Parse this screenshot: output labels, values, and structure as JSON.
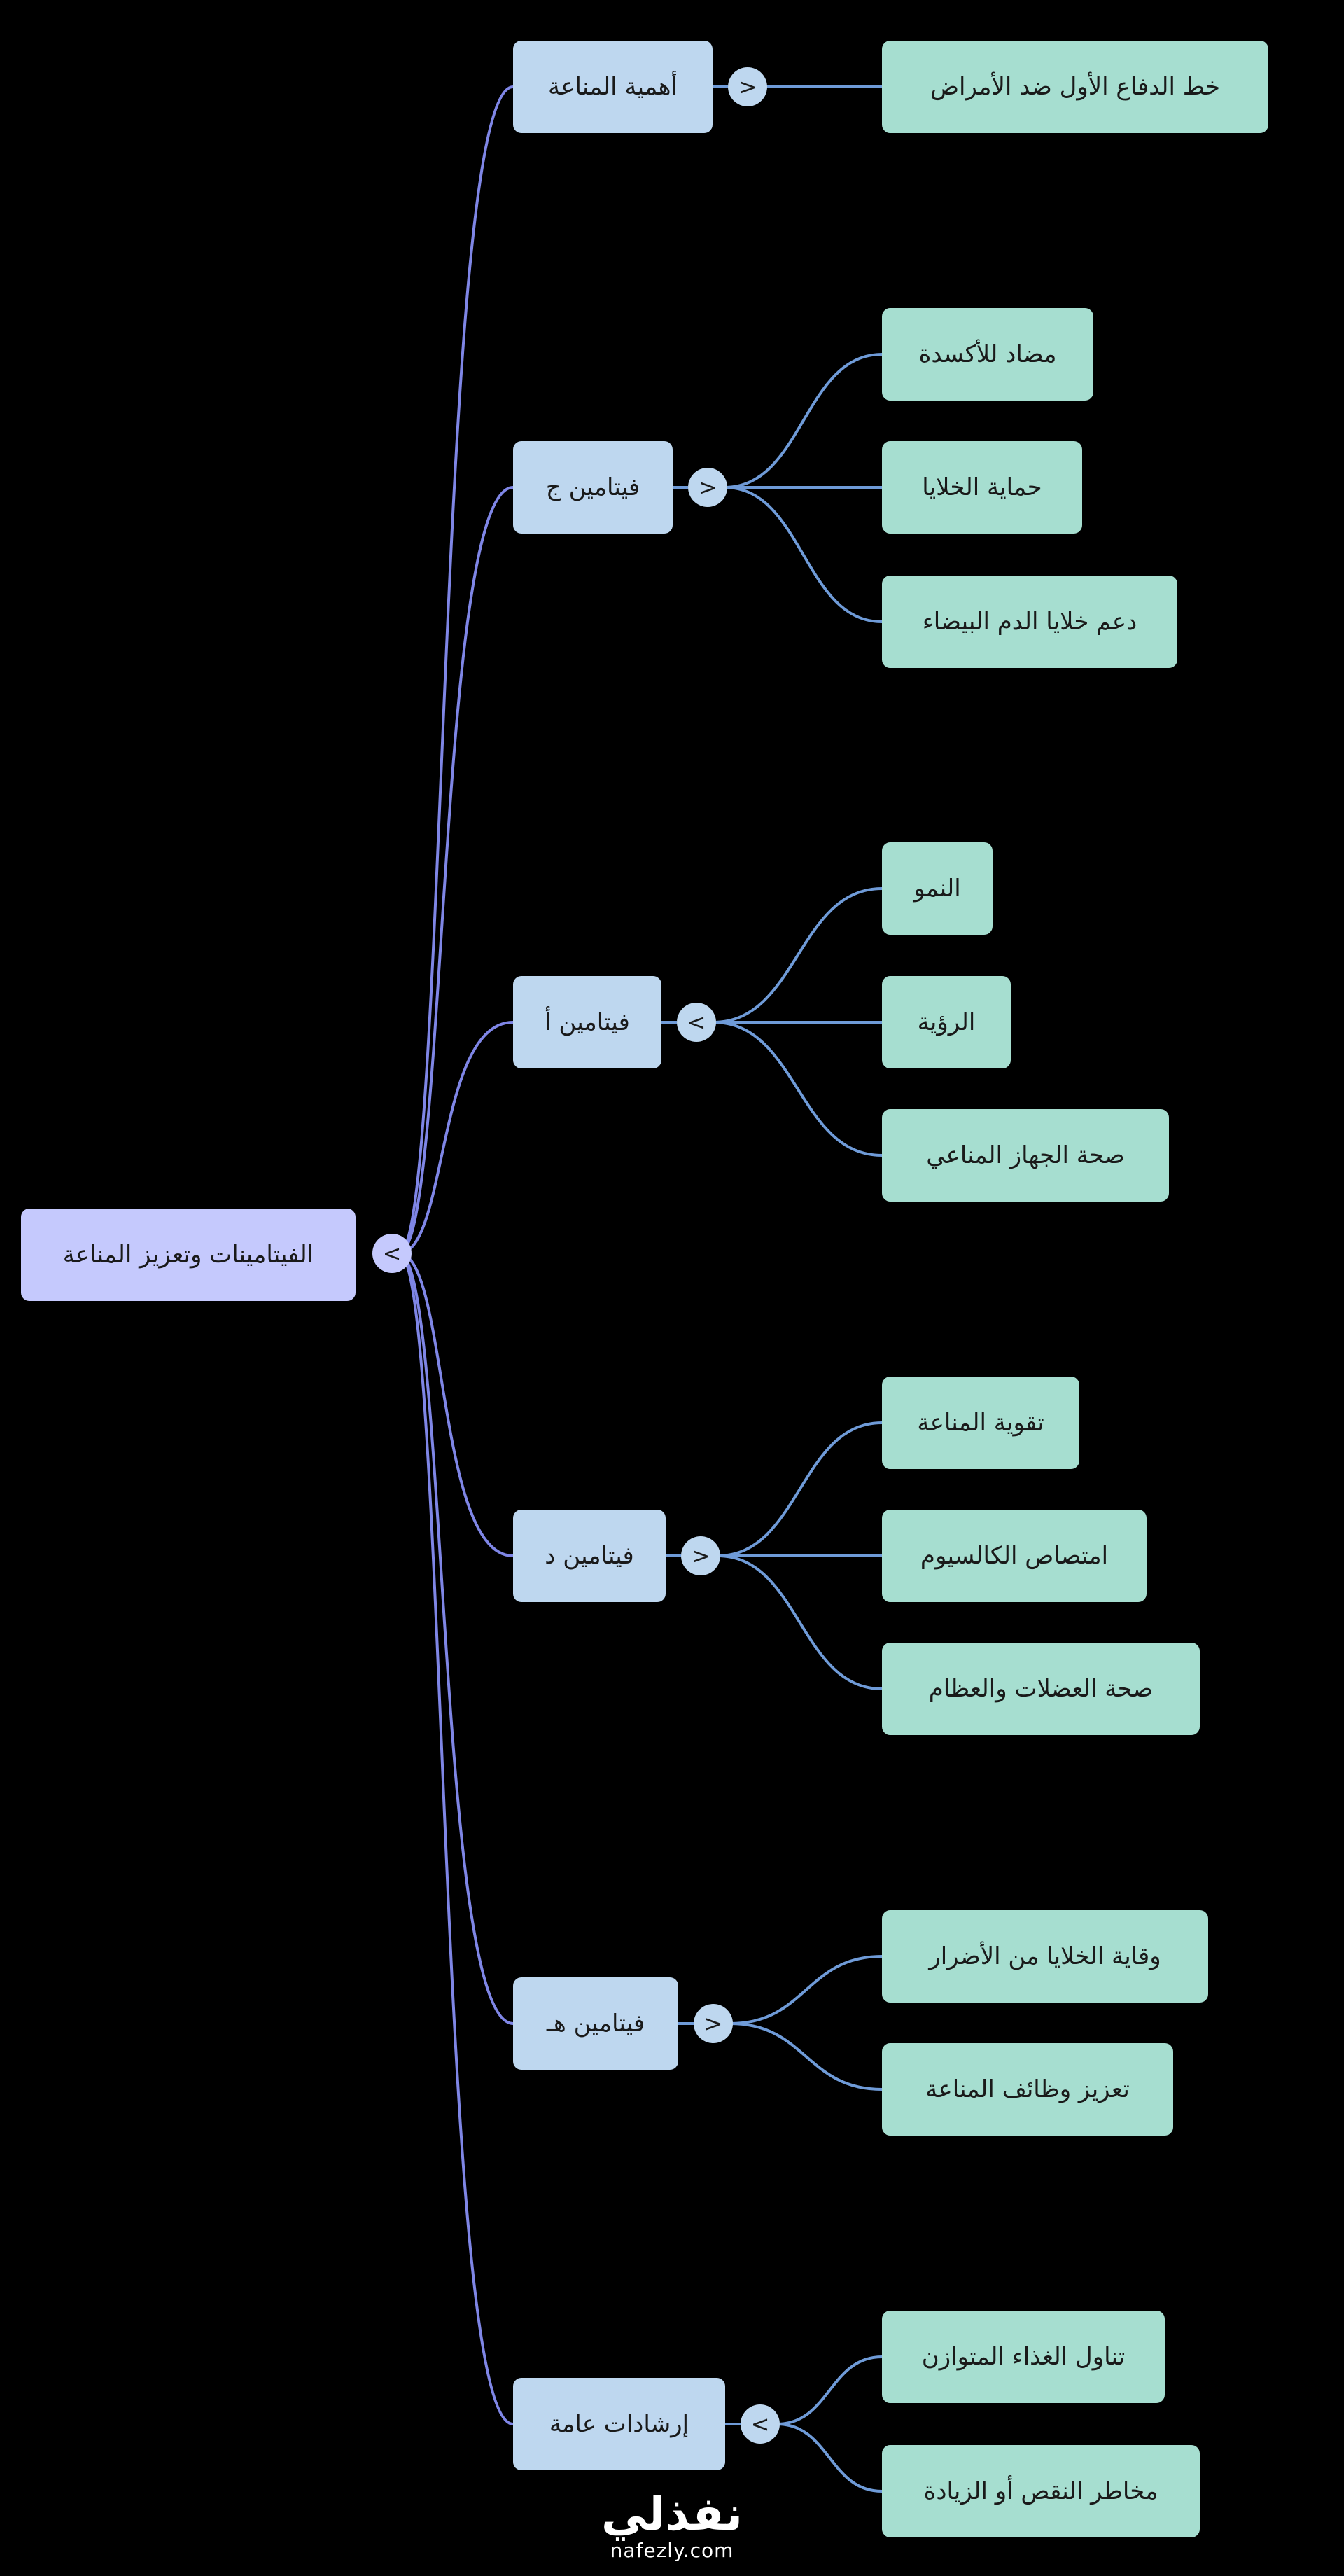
{
  "root": {
    "label": "الفيتامينات وتعزيز المناعة",
    "toggle": "<"
  },
  "branches": [
    {
      "label": "أهمية المناعة",
      "toggle": ">",
      "children": [
        "خط الدفاع الأول ضد الأمراض"
      ]
    },
    {
      "label": "فيتامين ج",
      "toggle": ">",
      "children": [
        "مضاد للأكسدة",
        "حماية الخلايا",
        "دعم خلايا الدم البيضاء"
      ]
    },
    {
      "label": "فيتامين أ",
      "toggle": "<",
      "children": [
        "النمو",
        "الرؤية",
        "صحة الجهاز المناعي"
      ]
    },
    {
      "label": "فيتامين د",
      "toggle": ">",
      "children": [
        "تقوية المناعة",
        "امتصاص الكالسيوم",
        "صحة العضلات والعظام"
      ]
    },
    {
      "label": "فيتامين هـ",
      "toggle": ">",
      "children": [
        "وقاية الخلايا من الأضرار",
        "تعزيز وظائف المناعة"
      ]
    },
    {
      "label": "إرشادات عامة",
      "toggle": "<",
      "children": [
        "تناول الغذاء المتوازن",
        "مخاطر النقص أو الزيادة"
      ]
    }
  ],
  "colors": {
    "background": "#000000",
    "root_node": "#c5c9fd",
    "branch_node": "#bed7ef",
    "leaf_node": "#a6ded0",
    "root_edge": "#7f86e6",
    "branch_edge": "#6f9bd8"
  },
  "watermark": {
    "arabic": "نفذلي",
    "latin": "nafezly.com"
  }
}
